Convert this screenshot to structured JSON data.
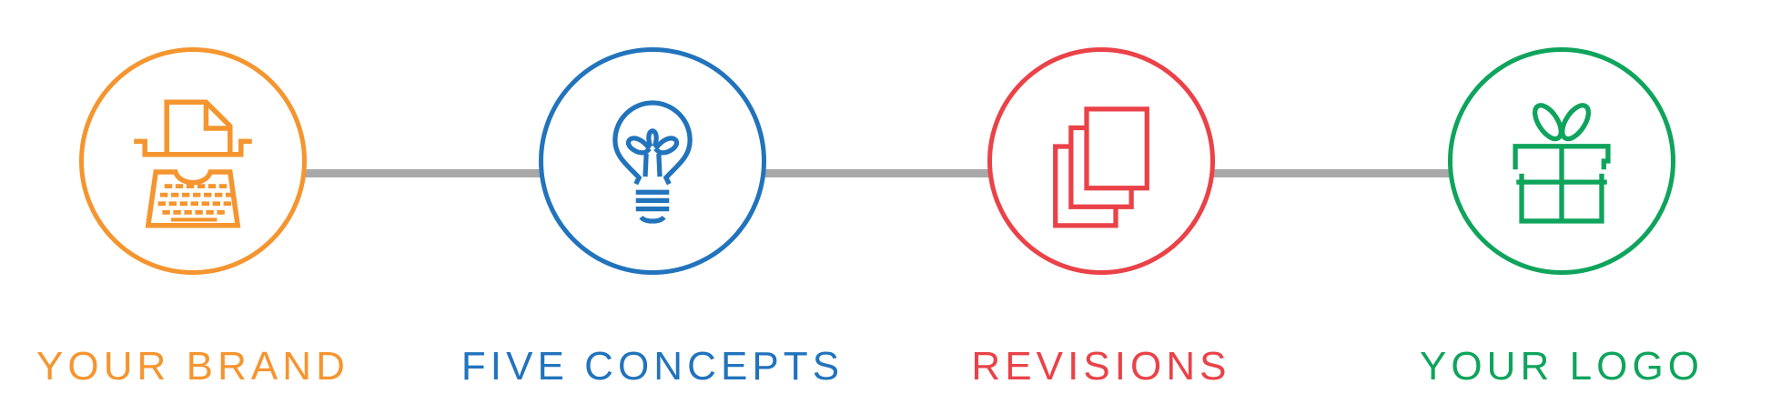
{
  "diagram": {
    "type": "process-flow",
    "background_color": "#FFFFFF",
    "connector": {
      "color": "#A8A8A8"
    },
    "steps": [
      {
        "label": "YOUR BRAND",
        "color": "#F5952F",
        "icon": "typewriter-icon"
      },
      {
        "label": "FIVE CONCEPTS",
        "color": "#2173BC",
        "icon": "lightbulb-icon"
      },
      {
        "label": "REVISIONS",
        "color": "#EA4248",
        "icon": "stacked-papers-icon"
      },
      {
        "label": "YOUR LOGO",
        "color": "#0FA45C",
        "icon": "gift-icon"
      }
    ]
  }
}
